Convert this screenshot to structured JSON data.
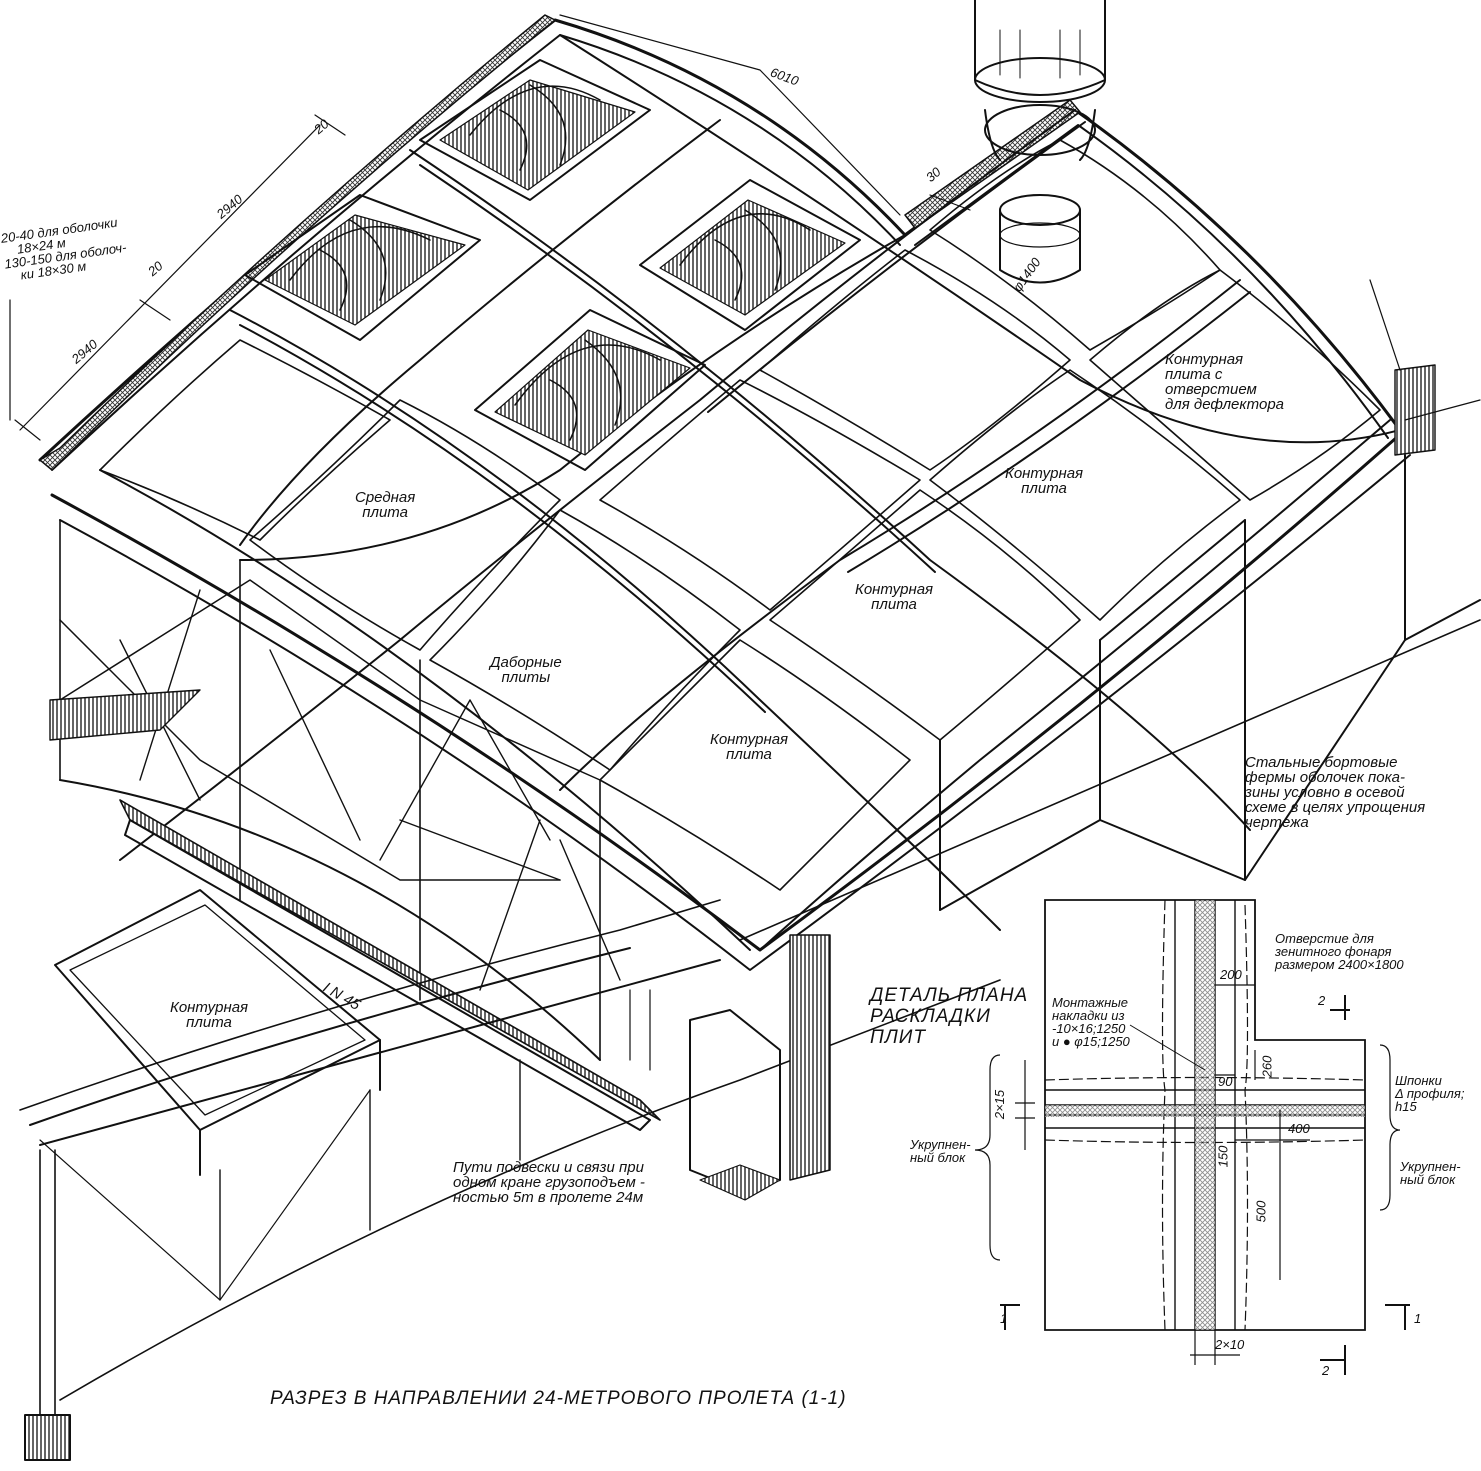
{
  "labels": {
    "middle_plate": "Средная\nплита",
    "infill_plates": "Даборные\nплиты",
    "contour_plate_1": "Контурная\nплита",
    "contour_plate_2": "Контурная\nплита",
    "contour_plate_3": "Контурная\nплита",
    "contour_plate_deflector": "Контурная\nплита с\nотверстием\nдля дефлектора",
    "contour_plate_lower": "Контурная\nплита",
    "beam": "I N 45",
    "shell_thickness": "20-40 для оболочки\n    18×24 м\n130-150 для оболоч-\n    ки 18×30 м",
    "steel_trusses_note": "Стальные бортовые\nфермы оболочек пока-\nзины условно в осевой\nсхеме в целях упрощения\nчертежа",
    "crane_note": "Пути подвески и связи при\nодном кране грузоподъем -\nностью 5т в пролете 24м",
    "section_title": "РАЗРЕЗ В НАПРАВЛЕНИИ 24-МЕТРОВОГО ПРОЛЕТА (1-1)"
  },
  "detail": {
    "title": "ДЕТАЛЬ ПЛАНА\nРАСКЛАДКИ\nПЛИТ",
    "mounting_plates": "Монтажные\nнакладки из\n-10×16;1250\nи ● φ15;1250",
    "skylight_opening": "Отверстие для\nзенитного фонаря\nразмером 2400×1800",
    "keys": "Шпонки\nΔ профиля;\nh15",
    "enlarged_block_left": "Укрупнен-\nный блок",
    "enlarged_block_right": "Укрупнен-\nный блок",
    "section_mark_1": "1",
    "section_mark_2": "2"
  },
  "dimensions": {
    "d6010": "6010",
    "d2940a": "2940",
    "d2940b": "2940",
    "d20a": "20",
    "d20b": "20",
    "d30": "30",
    "dia": "φ1400",
    "d200": "200",
    "d260": "260",
    "d90": "90",
    "d2x15": "2×15",
    "d150": "150",
    "d400": "400",
    "d500": "500",
    "d2x10": "2×10"
  },
  "colors": {
    "ink": "#111111",
    "hatch": "#2a2a2a",
    "paper": "#ffffff"
  }
}
